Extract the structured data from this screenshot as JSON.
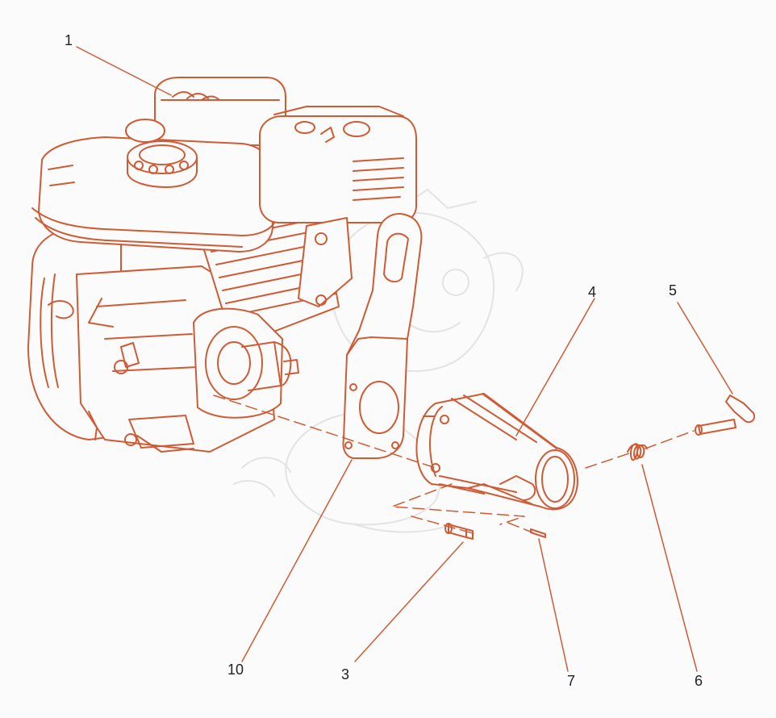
{
  "colors": {
    "line": "#cf5b35",
    "fill": "#fbfbfb",
    "watermark": "#e3e3e3",
    "label": "#222222"
  },
  "watermark": {
    "icon": "dragon-mascot-watermark"
  },
  "callouts": [
    {
      "id": "1",
      "label": "1"
    },
    {
      "id": "3",
      "label": "3"
    },
    {
      "id": "4",
      "label": "4"
    },
    {
      "id": "5",
      "label": "5"
    },
    {
      "id": "6",
      "label": "6"
    },
    {
      "id": "7",
      "label": "7"
    },
    {
      "id": "10",
      "label": "10"
    }
  ],
  "parts": [
    {
      "id": "1",
      "icon": "engine-icon"
    },
    {
      "id": "10",
      "icon": "mounting-plate-icon"
    },
    {
      "id": "4",
      "icon": "pump-housing-icon"
    },
    {
      "id": "5",
      "icon": "pin-handle-icon"
    },
    {
      "id": "6",
      "icon": "spring-icon"
    },
    {
      "id": "3",
      "icon": "bolt-icon"
    },
    {
      "id": "7",
      "icon": "roll-pin-icon"
    }
  ]
}
